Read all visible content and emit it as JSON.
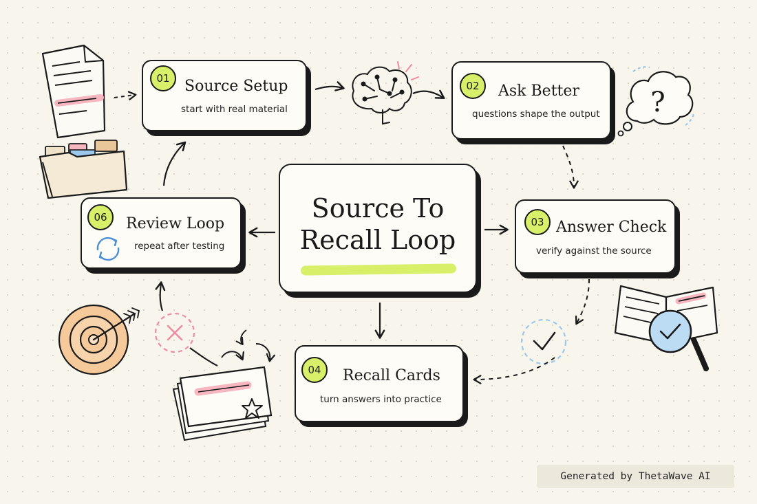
{
  "title": "Source To Recall Loop",
  "steps": [
    {
      "number": "01",
      "title": "Source Setup",
      "subtitle": "start with real material"
    },
    {
      "number": "02",
      "title": "Ask Better",
      "subtitle": "questions shape the output"
    },
    {
      "number": "03",
      "title": "Answer Check",
      "subtitle": "verify against the source"
    },
    {
      "number": "04",
      "title": "Recall Cards",
      "subtitle": "turn answers into practice"
    },
    {
      "number": "06",
      "title": "Review Loop",
      "subtitle": "repeat after testing"
    }
  ],
  "footer": "Generated by ThetaWave AI",
  "colors": {
    "accent_lime": "#d8ef6a",
    "highlight_pink": "#f7b6c0",
    "highlight_blue": "#9cc8ec",
    "target_orange": "#f6c99a",
    "ink": "#1a1a1a",
    "background": "#f8f5ec"
  }
}
